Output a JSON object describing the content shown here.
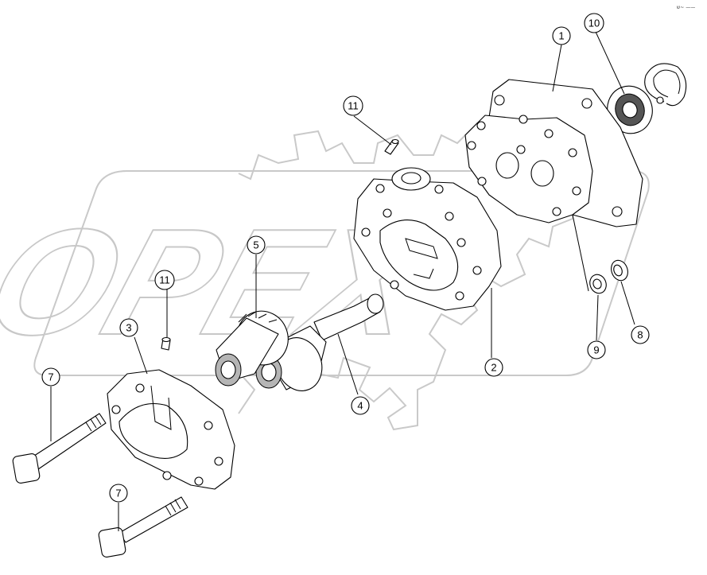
{
  "diagram": {
    "watermark": "OPEX",
    "corner_mark": "ש~ ——",
    "callouts": [
      {
        "id": "callout-1",
        "label": "1"
      },
      {
        "id": "callout-2",
        "label": "2"
      },
      {
        "id": "callout-3",
        "label": "3"
      },
      {
        "id": "callout-4",
        "label": "4"
      },
      {
        "id": "callout-5",
        "label": "5"
      },
      {
        "id": "callout-7a",
        "label": "7"
      },
      {
        "id": "callout-7b",
        "label": "7"
      },
      {
        "id": "callout-8",
        "label": "8"
      },
      {
        "id": "callout-9",
        "label": "9"
      },
      {
        "id": "callout-10",
        "label": "10"
      },
      {
        "id": "callout-11a",
        "label": "11"
      },
      {
        "id": "callout-11b",
        "label": "11"
      }
    ]
  }
}
